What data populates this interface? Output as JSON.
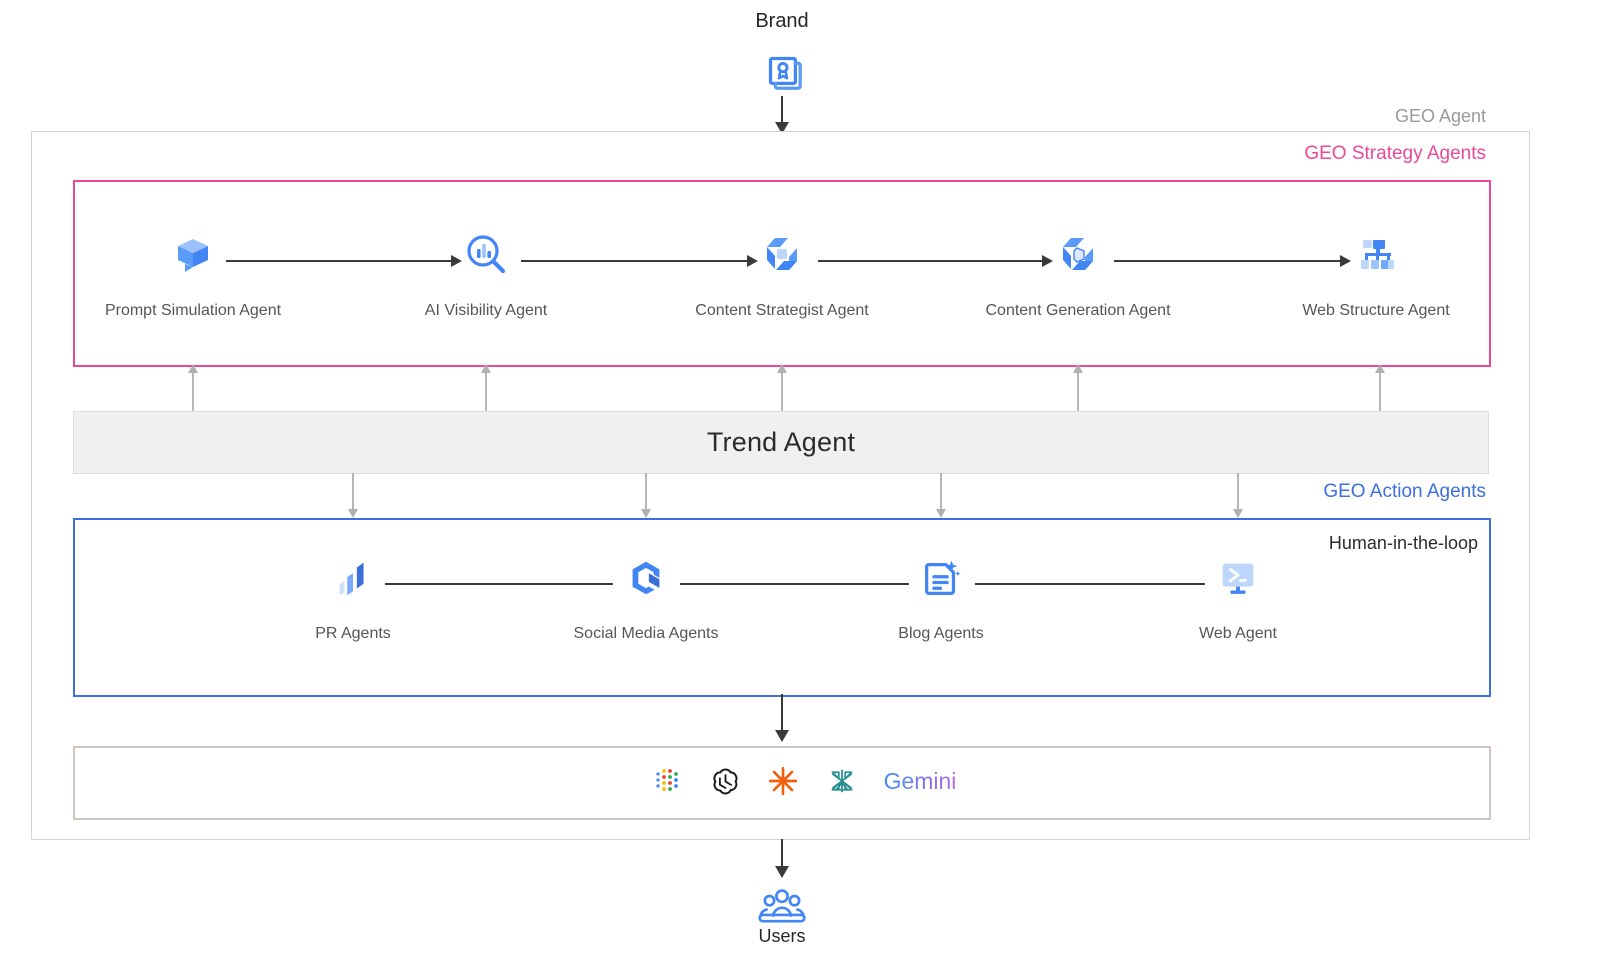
{
  "diagram": {
    "top_node": {
      "label": "Brand",
      "icon": "brand-badge-icon"
    },
    "bottom_node": {
      "label": "Users",
      "icon": "users-group-icon"
    },
    "outer_box_title": "GEO Agent",
    "strategy_box": {
      "title": "GEO Strategy Agents",
      "border_color": "#EC4899",
      "agents": [
        {
          "label": "Prompt Simulation Agent",
          "icon": "cube-prompt-icon"
        },
        {
          "label": "AI Visibility Agent",
          "icon": "magnifier-chart-icon"
        },
        {
          "label": "Content Strategist Agent",
          "icon": "hex-strategy-icon"
        },
        {
          "label": "Content Generation Agent",
          "icon": "hex-generation-icon"
        },
        {
          "label": "Web Structure Agent",
          "icon": "hierarchy-tree-icon"
        }
      ]
    },
    "trend_bar": {
      "label": "Trend Agent",
      "fill_color": "#f0f0f0"
    },
    "action_box": {
      "title": "GEO Action Agents",
      "inner_title": "Human-in-the-loop",
      "border_color": "#3E6FE0",
      "agents": [
        {
          "label": "PR Agents",
          "icon": "bar-rise-icon"
        },
        {
          "label": "Social Media Agents",
          "icon": "hex-social-icon"
        },
        {
          "label": "Blog Agents",
          "icon": "document-sparkle-icon"
        },
        {
          "label": "Web Agent",
          "icon": "monitor-terminal-icon"
        }
      ]
    },
    "llm_box": {
      "border_color": "#cfc6c2",
      "logos": [
        {
          "name": "google-ai-dots-icon",
          "label": ""
        },
        {
          "name": "openai-icon",
          "label": ""
        },
        {
          "name": "claude-asterisk-icon",
          "label": ""
        },
        {
          "name": "grok-star-icon",
          "label": ""
        },
        {
          "name": "gemini-wordmark",
          "label": "Gemini"
        }
      ]
    }
  }
}
